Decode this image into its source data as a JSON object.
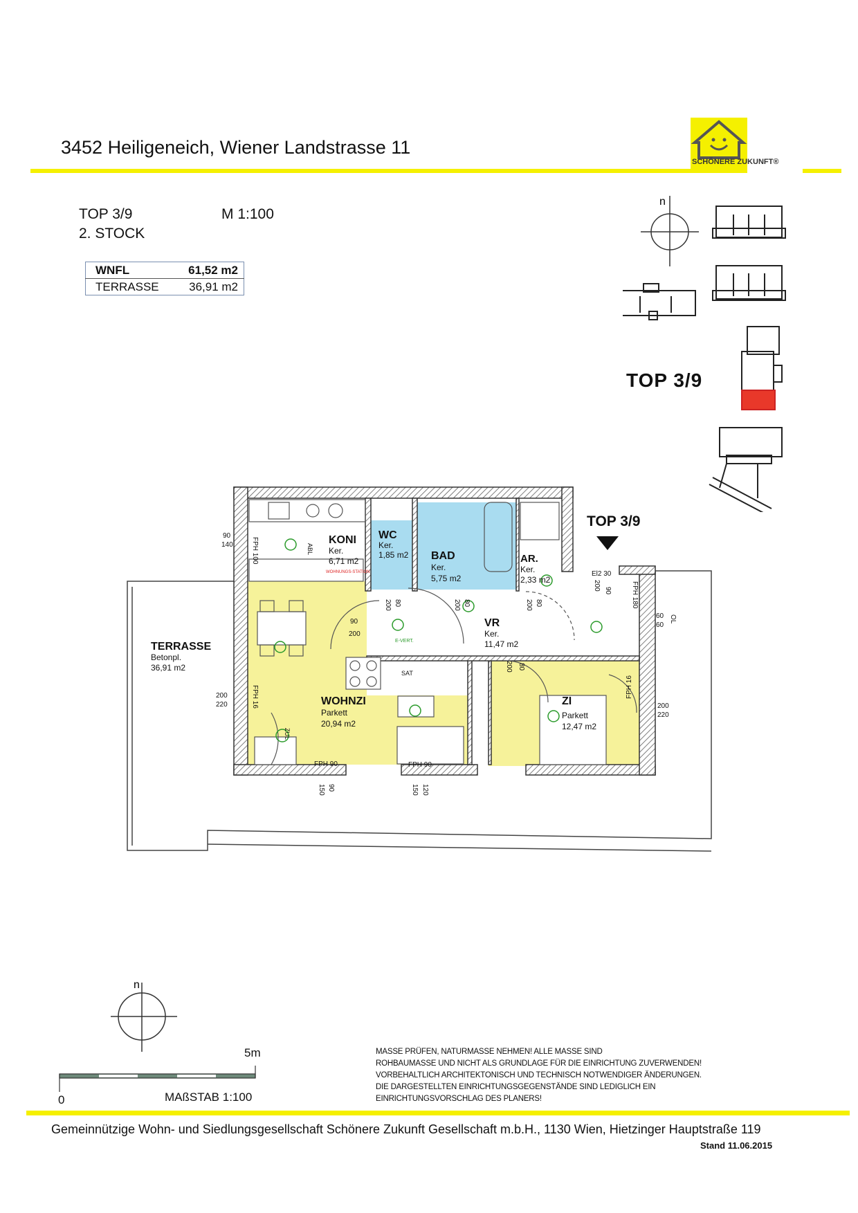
{
  "header": {
    "title": "3452 Heiligeneich, Wiener Landstrasse 11",
    "logo_text": "SCHÖNERE ZUKUNFT®",
    "accent_color": "#f5f000"
  },
  "unit": {
    "top": "TOP 3/9",
    "floor": "2. STOCK",
    "scale": "M  1:100",
    "areas": [
      {
        "label": "WNFL",
        "value": "61,52 m2"
      },
      {
        "label": "TERRASSE",
        "value": "36,91 m2"
      }
    ],
    "highlight_label": "TOP 3/9",
    "highlight_color": "#e8382a"
  },
  "plan": {
    "entrance_label": "TOP 3/9",
    "rooms": [
      {
        "name": "KONI",
        "floor": "Ker.",
        "area": "6,71 m2"
      },
      {
        "name": "WC",
        "floor": "Ker.",
        "area": "1,85 m2"
      },
      {
        "name": "BAD",
        "floor": "Ker.",
        "area": "5,75 m2"
      },
      {
        "name": "AR.",
        "floor": "Ker.",
        "area": "2,33 m2"
      },
      {
        "name": "VR",
        "floor": "Ker.",
        "area": "11,47 m2"
      },
      {
        "name": "WOHNZI",
        "floor": "Parkett",
        "area": "20,94 m2"
      },
      {
        "name": "ZI",
        "floor": "Parkett",
        "area": "12,47 m2"
      },
      {
        "name": "TERRASSE",
        "floor": "Betonpl.",
        "area": "36,91 m2"
      }
    ],
    "room_colors": {
      "wet": "#a9dcf0",
      "living": "#f6f29a"
    },
    "labels": {
      "wohnungsstation": "WOHNUNGS-STATION",
      "evert": "E-VERT.",
      "sat": "SAT",
      "el": "El2 30",
      "fph100": "FPH 100",
      "fph16": "FPH 16",
      "fph90": "FPH 90",
      "fph180": "FPH 180",
      "zul": "ZUL",
      "abl": "ABL"
    },
    "dims": {
      "koni_window": [
        "90",
        "140"
      ],
      "wohnzi_door": [
        "200",
        "220"
      ],
      "zi_door": [
        "200",
        "220"
      ],
      "door_90_200": [
        "90",
        "200"
      ],
      "door_200_80": [
        "200",
        "80"
      ],
      "door_200_90": [
        "200",
        "90"
      ],
      "right_window": [
        "60",
        "60"
      ],
      "bottom_window_1": [
        "150",
        "90"
      ],
      "bottom_window_2": [
        "150",
        "120"
      ],
      "ol": "OL"
    }
  },
  "compass_label": "n",
  "scale_bar": {
    "start": "0",
    "end": "5m",
    "label": "MAßSTAB  1:100"
  },
  "notes": [
    "MASSE PRÜFEN, NATURMASSE NEHMEN! ALLE MASSE SIND",
    "ROHBAUMASSE UND NICHT ALS GRUNDLAGE FÜR DIE EINRICHTUNG ZUVERWENDEN!",
    "VORBEHALTLICH ARCHITEKTONISCH UND TECHNISCH NOTWENDIGER ÄNDERUNGEN.",
    "DIE DARGESTELLTEN EINRICHTUNGSGEGENSTÄNDE SIND LEDIGLICH EIN",
    "EINRICHTUNGSVORSCHLAG DES PLANERS!"
  ],
  "footer": {
    "company": "Gemeinnützige Wohn- und Siedlungsgesellschaft Schönere Zukunft Gesellschaft m.b.H., 1130 Wien, Hietzinger Hauptstraße 119",
    "date": "Stand 11.06.2015"
  }
}
